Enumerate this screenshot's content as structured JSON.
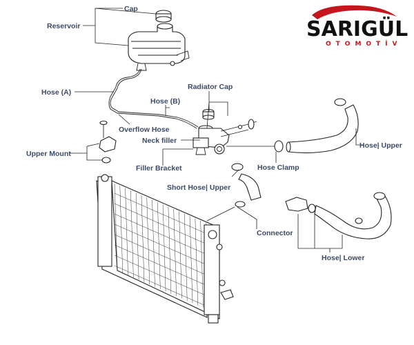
{
  "brand": {
    "name": "SARIGÜL",
    "sub": "OTOMOTİV",
    "accent": "#c4161c"
  },
  "labels": {
    "cap": "Cap",
    "reservoir": "Reservoir",
    "hose_a": "Hose (A)",
    "radiator_cap": "Radiator Cap",
    "hose_b": "Hose (B)",
    "overflow_hose": "Overflow Hose",
    "neck_filler": "Neck filler",
    "upper_mount": "Upper Mount",
    "filler_bracket": "Filler Bracket",
    "hose_upper": "Hose| Upper",
    "hose_clamp": "Hose Clamp",
    "short_hose_upper": "Short Hose| Upper",
    "connector": "Connector",
    "hose_lower": "Hose| Lower"
  },
  "colors": {
    "label": "#3b4a66",
    "line": "#222222"
  }
}
